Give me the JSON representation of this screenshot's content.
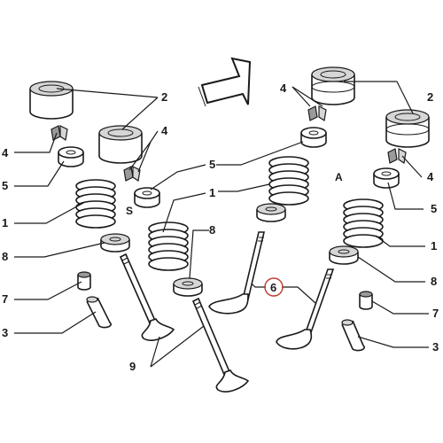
{
  "labels": {
    "tappet": "2",
    "collet": "4",
    "seal": "5",
    "spring": "1",
    "retainer": "8",
    "guide_seal": "7",
    "guide": "3",
    "valve": "9",
    "valve_selected": "6",
    "side_s": "S",
    "side_a": "A"
  },
  "colors": {
    "ink": "#1a1a1a",
    "highlight_ring": "#c0392b",
    "shade_dark": "#9a9a9a",
    "shade_light": "#d6d6d6"
  },
  "icons": {
    "direction": "arrow-icon"
  }
}
